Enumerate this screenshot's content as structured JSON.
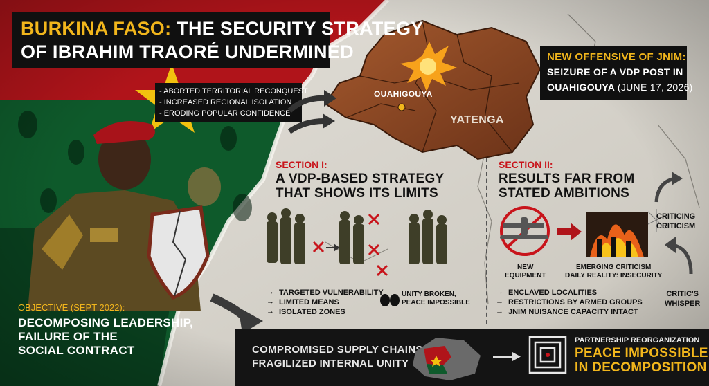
{
  "header": {
    "title_highlight": "BURKINA FASO:",
    "title_rest": "THE SECURITY STRATEGY",
    "title_line2": "OF IBRAHIM TRAORÉ UNDERMINED"
  },
  "problems": [
    "- ABORTED TERRITORIAL RECONQUEST",
    "- INCREASED REGIONAL ISOLATION",
    "- ERODING POPULAR CONFIDENCE"
  ],
  "map": {
    "city_label": "OUAHIGOUYA",
    "region_label": "YATENGA"
  },
  "offensive": {
    "heading": "NEW OFFENSIVE OF JNIM:",
    "line1": "SEIZURE OF A VDP POST IN",
    "line2_city": "OUAHIGOUYA",
    "line2_date": "(JUNE 17, 2026)"
  },
  "section1": {
    "tag": "SECTION I:",
    "title_line1": "A VDP-BASED STRATEGY",
    "title_line2": "THAT SHOWS ITS LIMITS",
    "points": [
      "TARGETED VULNERABILITY",
      "LIMITED MEANS",
      "ISOLATED ZONES"
    ],
    "unity_line1": "UNITY BROKEN,",
    "unity_line2": "PEACE IMPOSSIBLE"
  },
  "section2": {
    "tag": "SECTION II:",
    "title_line1": "RESULTS FAR FROM",
    "title_line2": "STATED AMBITIONS",
    "equipment_line1": "NEW",
    "equipment_line2": "EQUIPMENT",
    "criticism_line1": "EMERGING CRITICISM",
    "criticism_line2": "DAILY REALITY: INSECURITY",
    "side_top_line1": "CRITICING",
    "side_top_line2": "CRITICISM",
    "side_bottom_line1": "CRITIC'S",
    "side_bottom_line2": "WHISPER",
    "points": [
      "ENCLAVED LOCALITIES",
      "RESTRICTIONS BY ARMED GROUPS",
      "JNIM NUISANCE CAPACITY INTACT"
    ]
  },
  "objective": {
    "label": "OBJECTIVE (SEPT 2022):",
    "line1": "DECOMPOSING LEADERSHIP,",
    "line2": "FAILURE OF THE",
    "line3": "SOCIAL CONTRACT"
  },
  "footer": {
    "left_line1": "COMPROMISED SUPPLY CHAINS",
    "left_line2": "FRAGILIZED INTERNAL UNITY",
    "right_small": "PARTNERSHIP REORGANIZATION",
    "right_line1": "PEACE IMPOSSIBLE",
    "right_line2": "IN DECOMPOSITION"
  },
  "colors": {
    "flag_red": "#b0141a",
    "flag_green": "#0e5a2b",
    "flag_star": "#f2c10f",
    "accent_gold": "#f2b61c",
    "section_red": "#c8141b",
    "map_rust": "#8a4422"
  }
}
